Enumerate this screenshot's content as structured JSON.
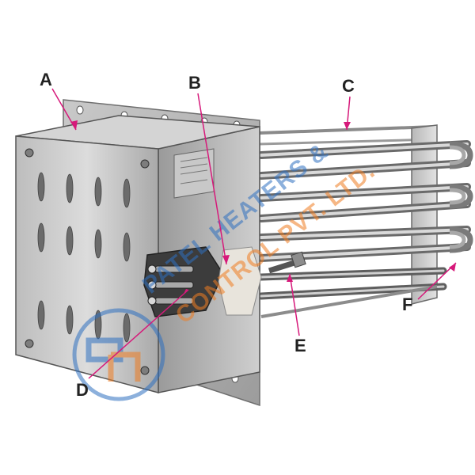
{
  "figure": {
    "type": "product photograph of a flanged electric duct / process heater with labelled callouts",
    "callouts": [
      {
        "letter": "A"
      },
      {
        "letter": "B"
      },
      {
        "letter": "C"
      },
      {
        "letter": "D"
      },
      {
        "letter": "E"
      },
      {
        "letter": "F"
      }
    ],
    "callout_color": "#d6197a",
    "watermark": {
      "line1": "PATEL HEATERS &",
      "line2": "CONTROL PVT. LTD.",
      "colors": {
        "blue": "#2f6fc0",
        "orange": "#ef7d22"
      }
    }
  }
}
